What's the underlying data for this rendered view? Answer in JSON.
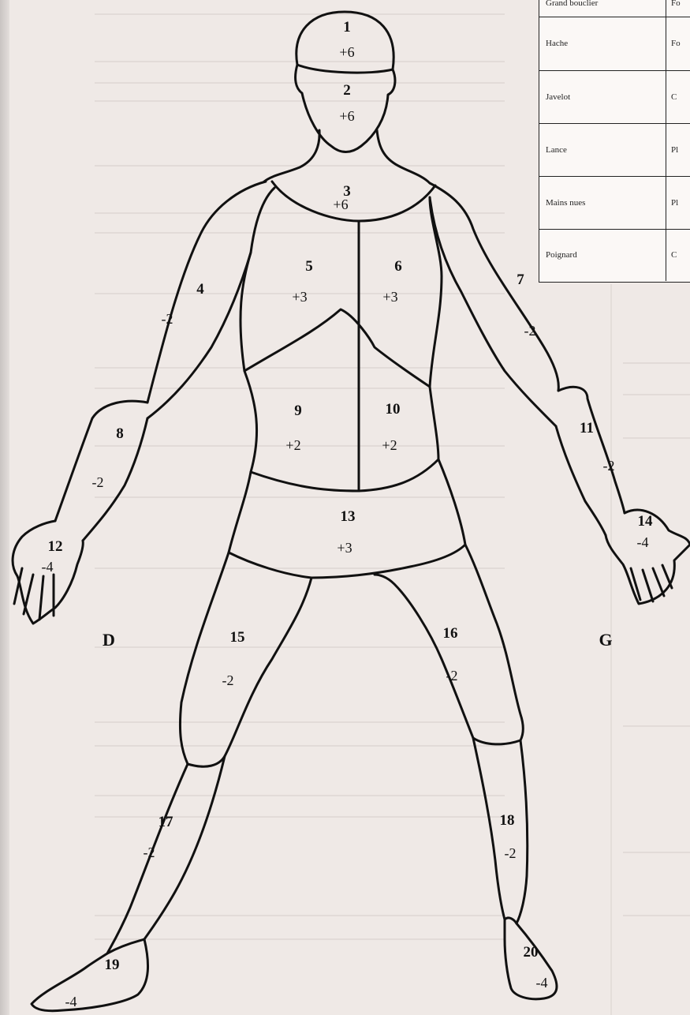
{
  "table": {
    "rows": [
      {
        "label": "Grand bouclier",
        "value": "Fo"
      },
      {
        "label": "Hache",
        "value": "Fo"
      },
      {
        "label": "Javelot",
        "value": "C"
      },
      {
        "label": "Lance",
        "value": "Pl"
      },
      {
        "label": "Mains nues",
        "value": "Pl"
      },
      {
        "label": "Poignard",
        "value": "C"
      }
    ]
  },
  "sides": {
    "right": "D",
    "left": "G"
  },
  "zones": [
    {
      "num": "1",
      "mod": "+6"
    },
    {
      "num": "2",
      "mod": "+6"
    },
    {
      "num": "3",
      "mod": "+6"
    },
    {
      "num": "4",
      "mod": "-2"
    },
    {
      "num": "5",
      "mod": "+3"
    },
    {
      "num": "6",
      "mod": "+3"
    },
    {
      "num": "7",
      "mod": "-2"
    },
    {
      "num": "8",
      "mod": "-2"
    },
    {
      "num": "9",
      "mod": "+2"
    },
    {
      "num": "10",
      "mod": "+2"
    },
    {
      "num": "11",
      "mod": "-2"
    },
    {
      "num": "12",
      "mod": "-4"
    },
    {
      "num": "13",
      "mod": "+3"
    },
    {
      "num": "14",
      "mod": "-4"
    },
    {
      "num": "15",
      "mod": "-2"
    },
    {
      "num": "16",
      "mod": "-2"
    },
    {
      "num": "17",
      "mod": "-2"
    },
    {
      "num": "18",
      "mod": "-2"
    },
    {
      "num": "19",
      "mod": "-4"
    },
    {
      "num": "20",
      "mod": "-4"
    }
  ]
}
